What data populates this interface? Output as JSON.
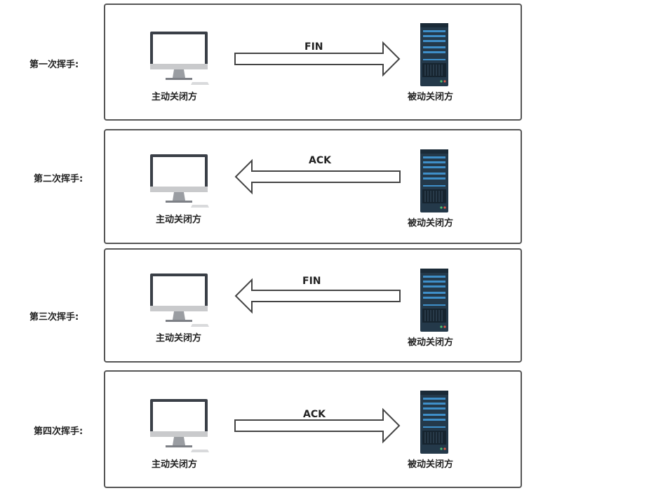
{
  "steps": [
    {
      "label": "第一次挥手:",
      "message": "FIN",
      "direction": "right",
      "left_node": "主动关闭方",
      "right_node": "被动关闭方"
    },
    {
      "label": "第二次挥手:",
      "message": "ACK",
      "direction": "left",
      "left_node": "主动关闭方",
      "right_node": "被动关闭方"
    },
    {
      "label": "第三次挥手:",
      "message": "FIN",
      "direction": "left",
      "left_node": "主动关闭方",
      "right_node": "被动关闭方"
    },
    {
      "label": "第四次挥手:",
      "message": "ACK",
      "direction": "right",
      "left_node": "主动关闭方",
      "right_node": "被动关闭方"
    }
  ],
  "icons": {
    "client": "desktop-computer-icon",
    "server": "server-tower-icon"
  },
  "colors": {
    "border": "#555555",
    "arrow_stroke": "#444444",
    "server_body": "#24394a",
    "server_accent": "#3f8fc9"
  }
}
